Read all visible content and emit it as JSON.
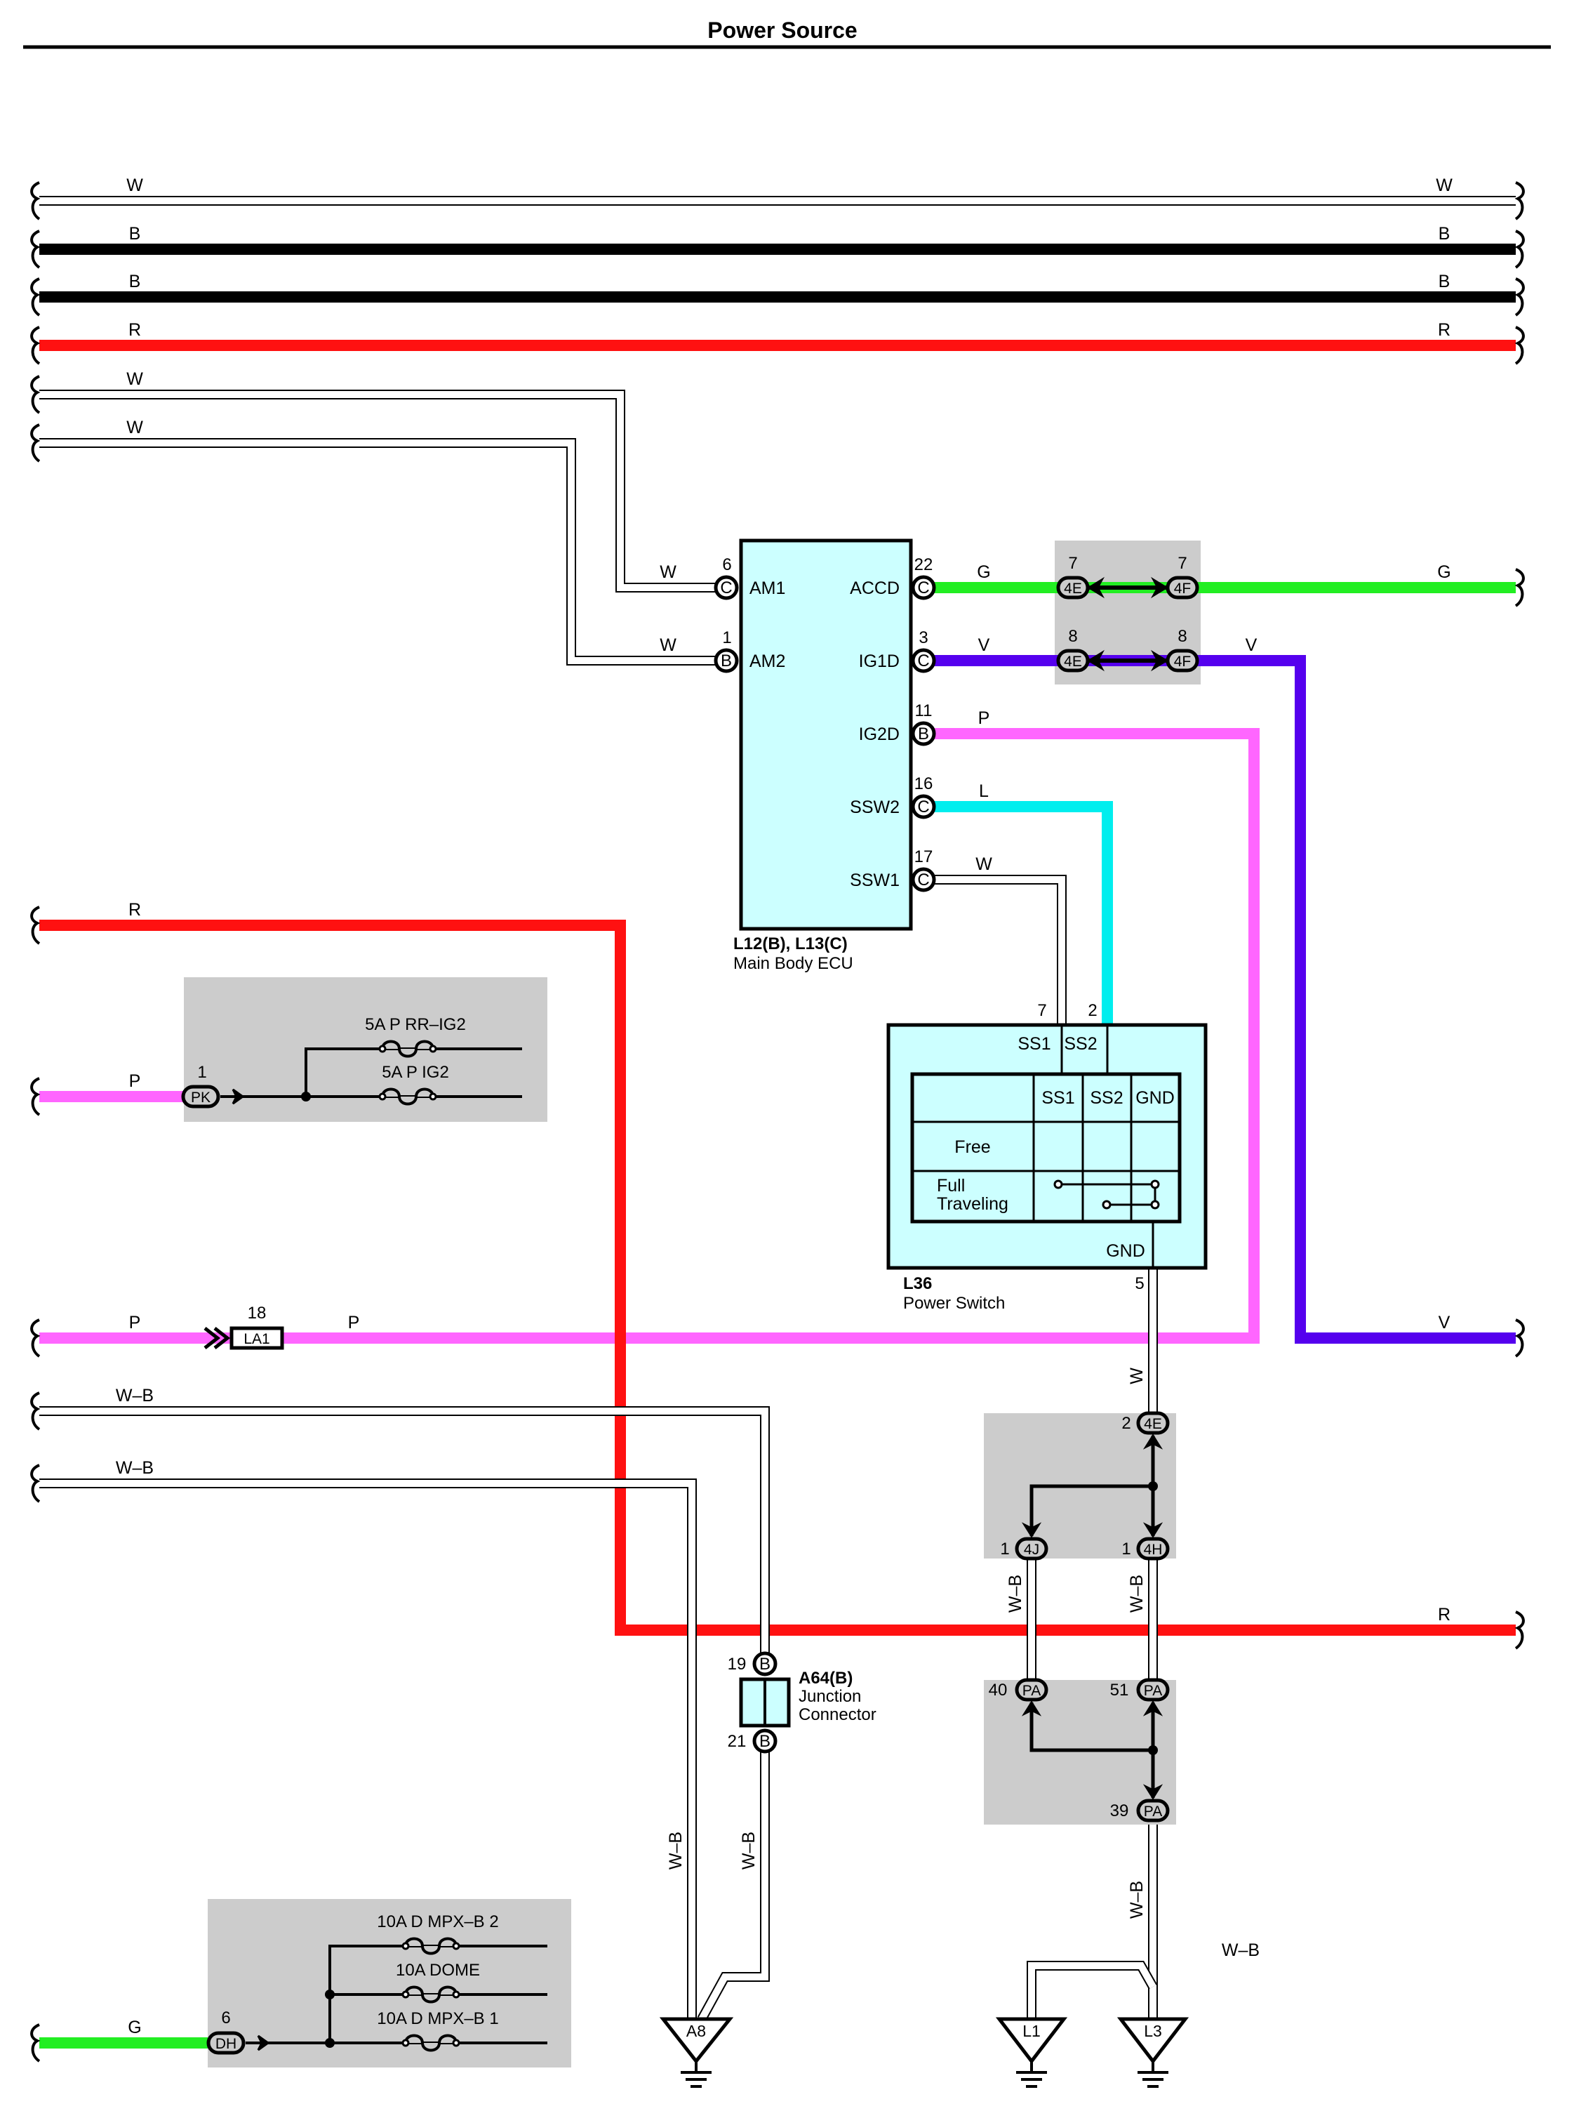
{
  "title": "Power Source",
  "colors": {
    "W": "#ffffff",
    "B": "#000000",
    "R": "#ff1111",
    "G": "#22ee22",
    "V": "#5500ee",
    "P": "#ff66ff",
    "L": "#00eeee",
    "W-B": "#ffffff",
    "ecu_fill": "#ccffff",
    "junction_box_fill": "#cccccc"
  },
  "wire_labels": {
    "w1_left": "W",
    "w1_right": "W",
    "b1_left": "B",
    "b1_right": "B",
    "b2_left": "B",
    "b2_right": "B",
    "r1_left": "R",
    "r1_right": "R",
    "w2_left": "W",
    "w3_left": "W",
    "w_am1": "W",
    "w_am2": "W",
    "g_accd": "G",
    "g_right": "G",
    "v_ig1d": "V",
    "v_after": "V",
    "v_right": "V",
    "p_ig2d": "P",
    "l_ssw2": "L",
    "w_ssw1": "W",
    "r2_left": "R",
    "p_pk": "P",
    "p_la1_left": "P",
    "p_la1_right": "P",
    "wb1_left": "W–B",
    "wb2_left": "W–B",
    "r_bottom_right": "R",
    "w_gnd_vert": "W",
    "wb_4j": "W–B",
    "wb_4h": "W–B",
    "wb_a8_left": "W–B",
    "wb_a8_right": "W–B",
    "wb_l3": "W–B",
    "wb_l1_l3": "W–B",
    "g_dh": "G"
  },
  "main_body_ecu": {
    "ref": "L12(B), L13(C)",
    "name": "Main Body ECU",
    "left_terminals": [
      {
        "pin": "6",
        "connector": "C",
        "name": "AM1"
      },
      {
        "pin": "1",
        "connector": "B",
        "name": "AM2"
      }
    ],
    "right_terminals": [
      {
        "pin": "22",
        "connector": "C",
        "name": "ACCD"
      },
      {
        "pin": "3",
        "connector": "C",
        "name": "IG1D"
      },
      {
        "pin": "11",
        "connector": "B",
        "name": "IG2D"
      },
      {
        "pin": "16",
        "connector": "C",
        "name": "SSW2"
      },
      {
        "pin": "17",
        "connector": "C",
        "name": "SSW1"
      }
    ]
  },
  "junction_top": {
    "rows": [
      {
        "left_pin": "7",
        "left_conn": "4E",
        "right_pin": "7",
        "right_conn": "4F"
      },
      {
        "left_pin": "8",
        "left_conn": "4E",
        "right_pin": "8",
        "right_conn": "4F"
      }
    ]
  },
  "fuse_box_pk": {
    "pin": "1",
    "connector": "PK",
    "fuses": [
      "5A P RR–IG2",
      "5A P IG2"
    ]
  },
  "power_switch": {
    "ref": "L36",
    "name": "Power Switch",
    "pin_ss1": "7",
    "pin_ss2": "2",
    "pin_gnd": "5",
    "term_ss1": "SS1",
    "term_ss2": "SS2",
    "term_gnd": "GND",
    "table": {
      "headers": [
        "SS1",
        "SS2",
        "GND"
      ],
      "rows": [
        "Free",
        "Full",
        "Traveling"
      ]
    }
  },
  "la1": {
    "pin": "18",
    "connector": "LA1"
  },
  "junction_4e": {
    "pin_4e": "2",
    "conn_4e": "4E",
    "pin_4j": "1",
    "conn_4j": "4J",
    "pin_4h": "1",
    "conn_4h": "4H"
  },
  "junction_pa": {
    "pin_left": "40",
    "conn_left": "PA",
    "pin_right": "51",
    "conn_right": "PA",
    "pin_bottom": "39",
    "conn_bottom": "PA"
  },
  "a64": {
    "pin_top": "19",
    "conn_top": "B",
    "pin_bottom": "21",
    "conn_bottom": "B",
    "ref": "A64(B)",
    "name_line1": "Junction",
    "name_line2": "Connector"
  },
  "fuse_box_dh": {
    "pin": "6",
    "connector": "DH",
    "fuses": [
      "10A D MPX–B 2",
      "10A DOME",
      "10A D MPX–B 1"
    ]
  },
  "grounds": [
    "A8",
    "L1",
    "L3"
  ]
}
